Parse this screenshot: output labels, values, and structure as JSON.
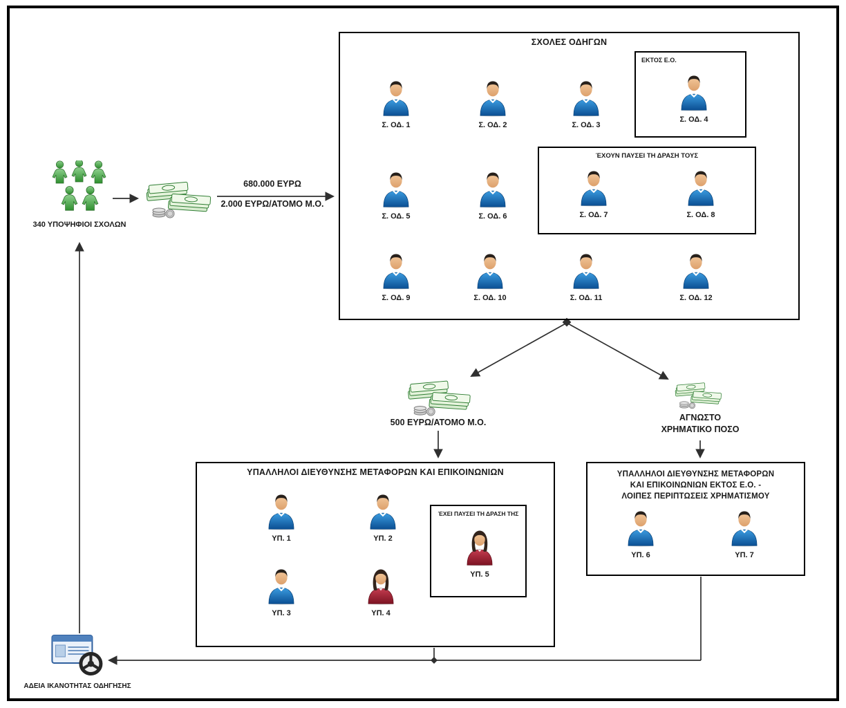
{
  "diagram": {
    "candidates": {
      "label": "340 ΥΠΟΨΗΦΙΟΙ ΣΧΟΛΩΝ"
    },
    "payment_to_schools": {
      "amount_total": "680.000 ΕΥΡΩ",
      "amount_per_person": "2.000 ΕΥΡΩ/ΑΤΟΜΟ Μ.Ο."
    },
    "schools_box": {
      "title": "ΣΧΟΛΕΣ ΟΔΗΓΩΝ",
      "outside_eo_box": {
        "label": "ΕΚΤΟΣ Ε.Ο."
      },
      "ceased_box": {
        "label": "ΈΧΟΥΝ ΠΑΥΣΕΙ ΤΗ ΔΡΑΣΗ ΤΟΥΣ"
      },
      "persons": [
        {
          "label": "Σ. ΟΔ. 1",
          "icon": "male"
        },
        {
          "label": "Σ. ΟΔ. 2",
          "icon": "male"
        },
        {
          "label": "Σ. ΟΔ. 3",
          "icon": "male"
        },
        {
          "label": "Σ. ΟΔ. 4",
          "icon": "male"
        },
        {
          "label": "Σ. ΟΔ. 5",
          "icon": "male"
        },
        {
          "label": "Σ. ΟΔ. 6",
          "icon": "male"
        },
        {
          "label": "Σ. ΟΔ. 7",
          "icon": "male"
        },
        {
          "label": "Σ. ΟΔ. 8",
          "icon": "male"
        },
        {
          "label": "Σ. ΟΔ. 9",
          "icon": "male"
        },
        {
          "label": "Σ. ΟΔ. 10",
          "icon": "male"
        },
        {
          "label": "Σ. ΟΔ. 11",
          "icon": "male"
        },
        {
          "label": "Σ. ΟΔ. 12",
          "icon": "male"
        }
      ]
    },
    "payment_left": {
      "label": "500 ΕΥΡΩ/ΑΤΟΜΟ Μ.Ο."
    },
    "payment_right": {
      "line1": "ΑΓΝΩΣΤΟ",
      "line2": "ΧΡΗΜΑΤΙΚΟ ΠΟΣΟ"
    },
    "employees_box": {
      "title": "ΥΠΑΛΛΗΛΟΙ ΔΙΕΥΘΥΝΣΗΣ ΜΕΤΑΦΟΡΩΝ ΚΑΙ ΕΠΙΚΟΙΝΩΝΙΩΝ",
      "ceased_box": {
        "label": "ΈΧΕΙ ΠΑΥΣΕΙ ΤΗ ΔΡΑΣΗ ΤΗΣ"
      },
      "persons": [
        {
          "label": "ΥΠ. 1",
          "icon": "male"
        },
        {
          "label": "ΥΠ. 2",
          "icon": "male"
        },
        {
          "label": "ΥΠ. 3",
          "icon": "male"
        },
        {
          "label": "ΥΠ. 4",
          "icon": "female"
        },
        {
          "label": "ΥΠ. 5",
          "icon": "female"
        }
      ]
    },
    "employees_outside_box": {
      "title_line1": "ΥΠΑΛΛΗΛΟΙ ΔΙΕΥΘΥΝΣΗΣ ΜΕΤΑΦΟΡΩΝ",
      "title_line2": "ΚΑΙ ΕΠΙΚΟΙΝΩΝΙΩΝ ΕΚΤΟΣ Ε.Ο. -",
      "title_line3": "ΛΟΙΠΕΣ ΠΕΡΙΠΤΩΣΕΙΣ ΧΡΗΜΑΤΙΣΜΟΥ",
      "persons": [
        {
          "label": "ΥΠ. 6",
          "icon": "male"
        },
        {
          "label": "ΥΠ. 7",
          "icon": "male"
        }
      ]
    },
    "license": {
      "label": "ΑΔΕΙΑ ΙΚΑΝΟΤΗΤΑΣ ΟΔΗΓΗΣΗΣ"
    },
    "colors": {
      "male_person": "#1265b0",
      "female_person": "#a51e33",
      "candidates_green": "#3f9d3f",
      "money_note_green": "#2e7d32",
      "connector_line": "#2f2f2f"
    }
  }
}
